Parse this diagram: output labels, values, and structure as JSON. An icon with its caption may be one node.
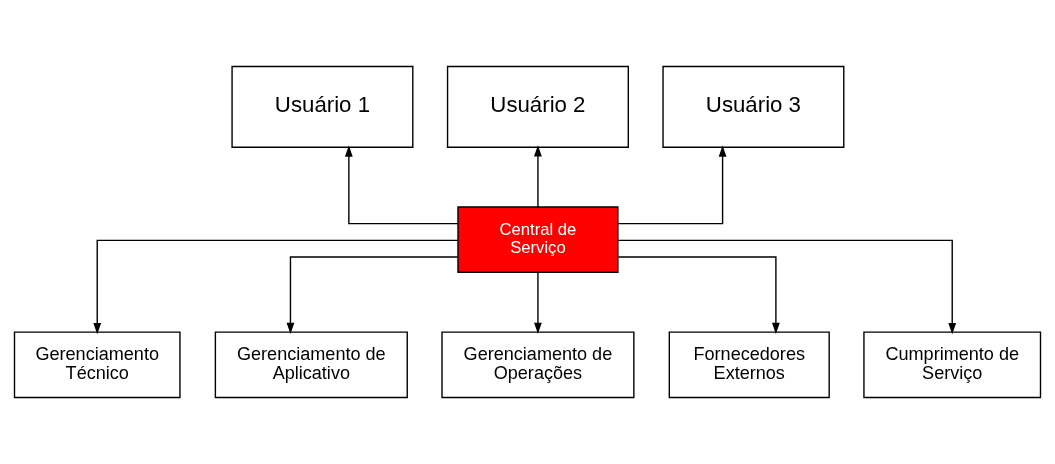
{
  "diagram": {
    "nodes": [
      {
        "text": [
          "Usuário 1"
        ]
      },
      {
        "text": [
          "Usuário 2"
        ]
      },
      {
        "text": [
          "Usuário 3"
        ]
      },
      {
        "text": [
          "Central de Serviço"
        ]
      },
      {
        "text": [
          "Gerenciamento Técnico"
        ]
      },
      {
        "text": [
          "Gerenciamento de Aplicativo"
        ]
      },
      {
        "text": [
          "Gerenciamento de Operações"
        ]
      },
      {
        "text": [
          "Fornecedores Externos"
        ]
      },
      {
        "text": [
          "Cumprimento de Serviço"
        ]
      }
    ],
    "edges": [
      {
        "from": 3,
        "to": 0,
        "arrow": "to"
      },
      {
        "from": 3,
        "to": 1,
        "arrow": "to"
      },
      {
        "from": 3,
        "to": 2,
        "arrow": "to"
      },
      {
        "from": 3,
        "to": 4,
        "arrow": "to"
      },
      {
        "from": 3,
        "to": 5,
        "arrow": "to"
      },
      {
        "from": 3,
        "to": 6,
        "arrow": "to"
      },
      {
        "from": 3,
        "to": 7,
        "arrow": "to"
      },
      {
        "from": 3,
        "to": 8,
        "arrow": "to"
      }
    ]
  }
}
